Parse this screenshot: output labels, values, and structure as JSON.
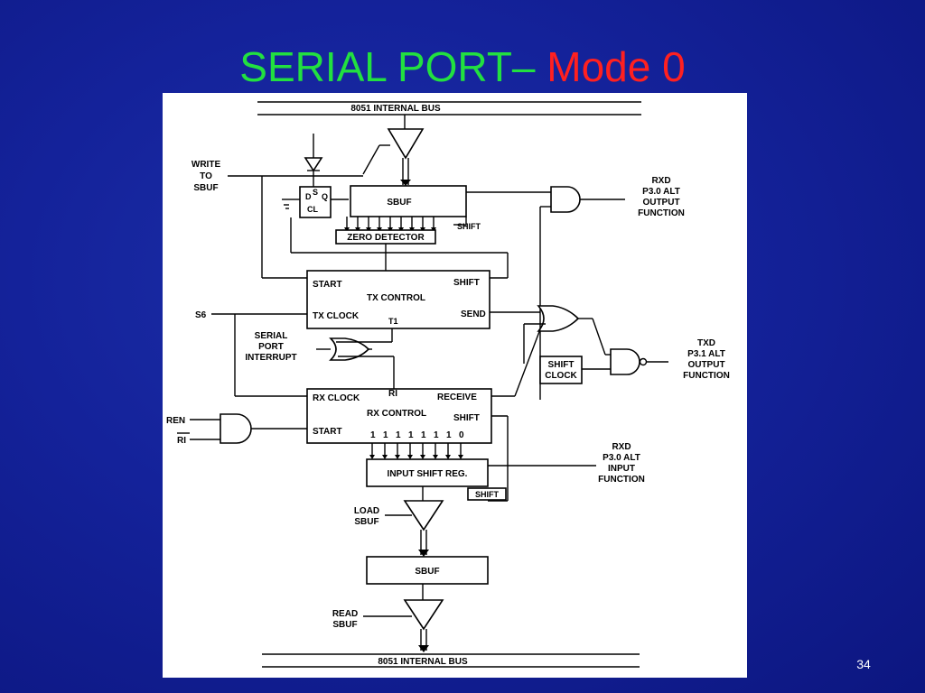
{
  "slide": {
    "title_main": "SERIAL PORT–",
    "title_accent": "Mode 0",
    "page_number": "34",
    "colors": {
      "title_main": "#22e040",
      "title_accent": "#ff2020",
      "background": "#14229a"
    }
  },
  "diagram": {
    "bus_top": "8051 INTERNAL BUS",
    "bus_bottom": "8051 INTERNAL BUS",
    "write_line1": "WRITE",
    "write_line2": "TO",
    "write_line3": "SBUF",
    "ff_d": "D",
    "ff_s": "S",
    "ff_q": "Q",
    "ff_cl": "CL",
    "sbuf_tx": "SBUF",
    "shift_top": "SHIFT",
    "zero_detector": "ZERO DETECTOR",
    "rxd_out_line1": "RXD",
    "rxd_out_line2": "P3.0 ALT",
    "rxd_out_line3": "OUTPUT",
    "rxd_out_line4": "FUNCTION",
    "tx_start": "START",
    "tx_shift": "SHIFT",
    "tx_control": "TX CONTROL",
    "tx_clock": "TX CLOCK",
    "tx_send": "SEND",
    "tx_t1": "T1",
    "s6": "S6",
    "serial_int_line1": "SERIAL",
    "serial_int_line2": "PORT",
    "serial_int_line3": "INTERRUPT",
    "shift_clock_line1": "SHIFT",
    "shift_clock_line2": "CLOCK",
    "txd_line1": "TXD",
    "txd_line2": "P3.1 ALT",
    "txd_line3": "OUTPUT",
    "txd_line4": "FUNCTION",
    "rx_clock": "RX CLOCK",
    "rx_ri": "RI",
    "rx_receive": "RECEIVE",
    "rx_control": "RX CONTROL",
    "rx_shift": "SHIFT",
    "rx_start": "START",
    "rx_bits": [
      "1",
      "1",
      "1",
      "1",
      "1",
      "1",
      "1",
      "0"
    ],
    "ren": "REN",
    "ri_bar": "RI",
    "input_shift_reg": "INPUT SHIFT REG.",
    "shift_bottom": "SHIFT",
    "rxd_in_line1": "RXD",
    "rxd_in_line2": "P3.0 ALT",
    "rxd_in_line3": "INPUT",
    "rxd_in_line4": "FUNCTION",
    "load_line1": "LOAD",
    "load_line2": "SBUF",
    "sbuf_rx": "SBUF",
    "read_line1": "READ",
    "read_line2": "SBUF"
  }
}
